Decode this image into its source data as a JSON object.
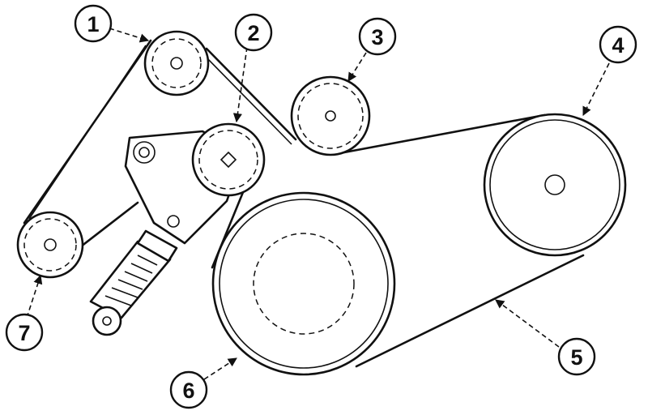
{
  "callouts": [
    {
      "id": "c1",
      "label": "1"
    },
    {
      "id": "c2",
      "label": "2"
    },
    {
      "id": "c3",
      "label": "3"
    },
    {
      "id": "c4",
      "label": "4"
    },
    {
      "id": "c5",
      "label": "5"
    },
    {
      "id": "c6",
      "label": "6"
    },
    {
      "id": "c7",
      "label": "7"
    }
  ],
  "colors": {
    "ink": "#111111",
    "background": "#ffffff"
  }
}
